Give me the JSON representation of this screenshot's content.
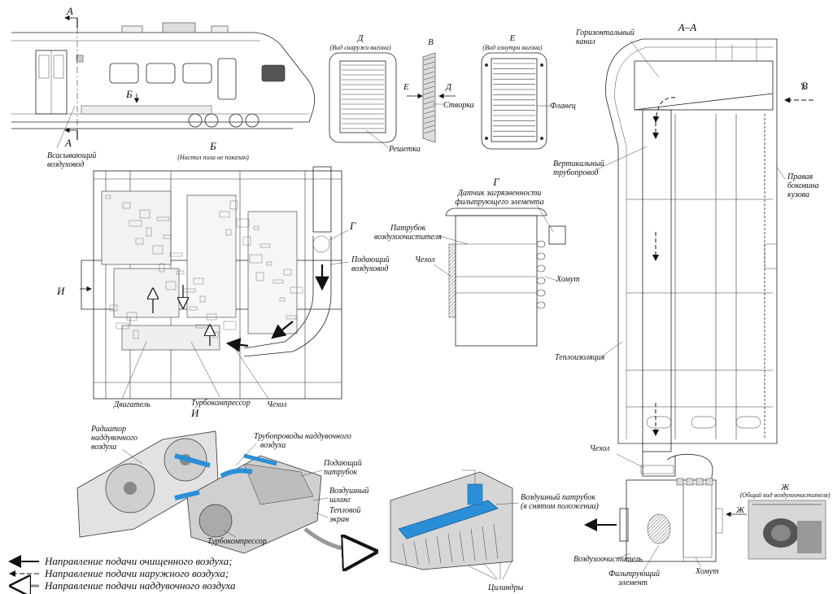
{
  "section_marks": {
    "a_top": "А",
    "a_bottom": "А",
    "b_mark": "Б",
    "aa_title": "А–А",
    "v_mark": "В",
    "zh_mark": "Ж",
    "i_mark": "И",
    "i_title": "И"
  },
  "car_view": {
    "intake_label_1": "Всасывающий",
    "intake_label_2": "воздуховод"
  },
  "view_d": {
    "title": "Д",
    "subtitle": "(Вид снаружи вагона)",
    "grille": "Решетка"
  },
  "view_v": {
    "title": "В",
    "e_mark": "Е",
    "d_mark": "Д",
    "flap": "Створка"
  },
  "view_e": {
    "title": "Е",
    "subtitle": "(Вид изнутри вагона)",
    "flange": "Фланец"
  },
  "plan_b": {
    "title": "Б",
    "subtitle": "(Настил пола не показан)",
    "g_mark": "Г",
    "supply_1": "Подающий",
    "supply_2": "воздуховод",
    "engine": "Двигатель",
    "turbo": "Турбокомпрессор",
    "cover": "Чехол"
  },
  "detail_g": {
    "title": "Г",
    "sensor_1": "Датчик загрязненности",
    "sensor_2": "фильтрующего элемента",
    "pipe_1": "Патрубок",
    "pipe_2": "воздухоочистителя",
    "cover": "Чехол",
    "clamp": "Хомут"
  },
  "section_aa": {
    "channel_1": "Горизонтальный",
    "channel_2": "канал",
    "vertical_1": "Вертикальный",
    "vertical_2": "трубопровод",
    "side_1": "Правая",
    "side_2": "боковина",
    "side_3": "кузова",
    "insulation": "Теплоизоляция",
    "cover": "Чехол",
    "cleaner": "Воздухоочиститель",
    "filter_1": "Фильтрующий",
    "filter_2": "элемент",
    "clamp": "Хомут",
    "zh_sub": "(Общий вид воздухоочистителя)"
  },
  "engine_view": {
    "radiator_1": "Радиатор",
    "radiator_2": "наддувочного",
    "radiator_3": "воздуха",
    "pipes_1": "Трубопроводы наддувочного",
    "pipes_2": "воздуха",
    "supply_1": "Подающий",
    "supply_2": "патрубок",
    "hose_1": "Воздушный",
    "hose_2": "шланг",
    "shield_1": "Тепловой",
    "shield_2": "экран",
    "turbo": "Турбокомпрессор",
    "air_pipe_1": "Воздушный патрубок",
    "air_pipe_2": "(в снятом положении)",
    "cylinders": "Цилиндры"
  },
  "legend": {
    "items": [
      "Направление подачи очищенного воздуха;",
      "Направление подачи наружного воздуха;",
      "Направление подачи наддувочного воздуха"
    ]
  },
  "colors": {
    "line": "#222222",
    "highlight": "#2a8fd6",
    "gray": "#9a9a9a"
  }
}
